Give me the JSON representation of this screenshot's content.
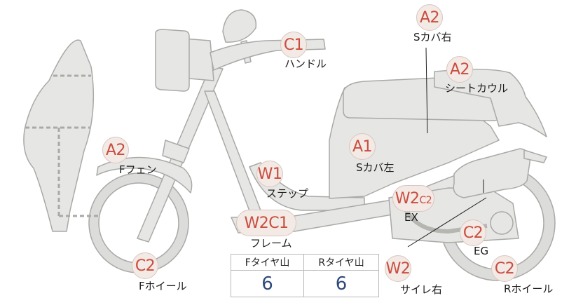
{
  "markers": [
    {
      "id": "handle",
      "code": "C1",
      "label": "ハンドル"
    },
    {
      "id": "s-cover-right",
      "code": "A2",
      "label": "Sカバ右"
    },
    {
      "id": "seat-cowl",
      "code": "A2",
      "label": "シートカウル"
    },
    {
      "id": "f-fender",
      "code": "A2",
      "label": "Fフェン"
    },
    {
      "id": "s-cover-left",
      "code": "A1",
      "label": "Sカバ左"
    },
    {
      "id": "step",
      "code": "W1",
      "label": "ステップ"
    },
    {
      "id": "exhaust",
      "code": "W2",
      "code2": "C2",
      "label": "EX"
    },
    {
      "id": "frame",
      "code": "W2",
      "code2": "C1",
      "label": "フレーム"
    },
    {
      "id": "engine",
      "code": "C2",
      "label": "EG"
    },
    {
      "id": "f-wheel",
      "code": "C2",
      "label": "Fホイール"
    },
    {
      "id": "r-wheel",
      "code": "C2",
      "label": "Rホイール"
    },
    {
      "id": "muffler-right",
      "code": "W2",
      "label": "サイレ右"
    }
  ],
  "tread": {
    "front_header": "Fタイヤ山",
    "rear_header": "Rタイヤ山",
    "front_value": "6",
    "rear_value": "6"
  },
  "colors": {
    "badge_text": "#c94d3f",
    "value_text": "#2e4a7a",
    "body_fill": "#e6e6e4",
    "body_stroke": "#a9a9a6"
  }
}
